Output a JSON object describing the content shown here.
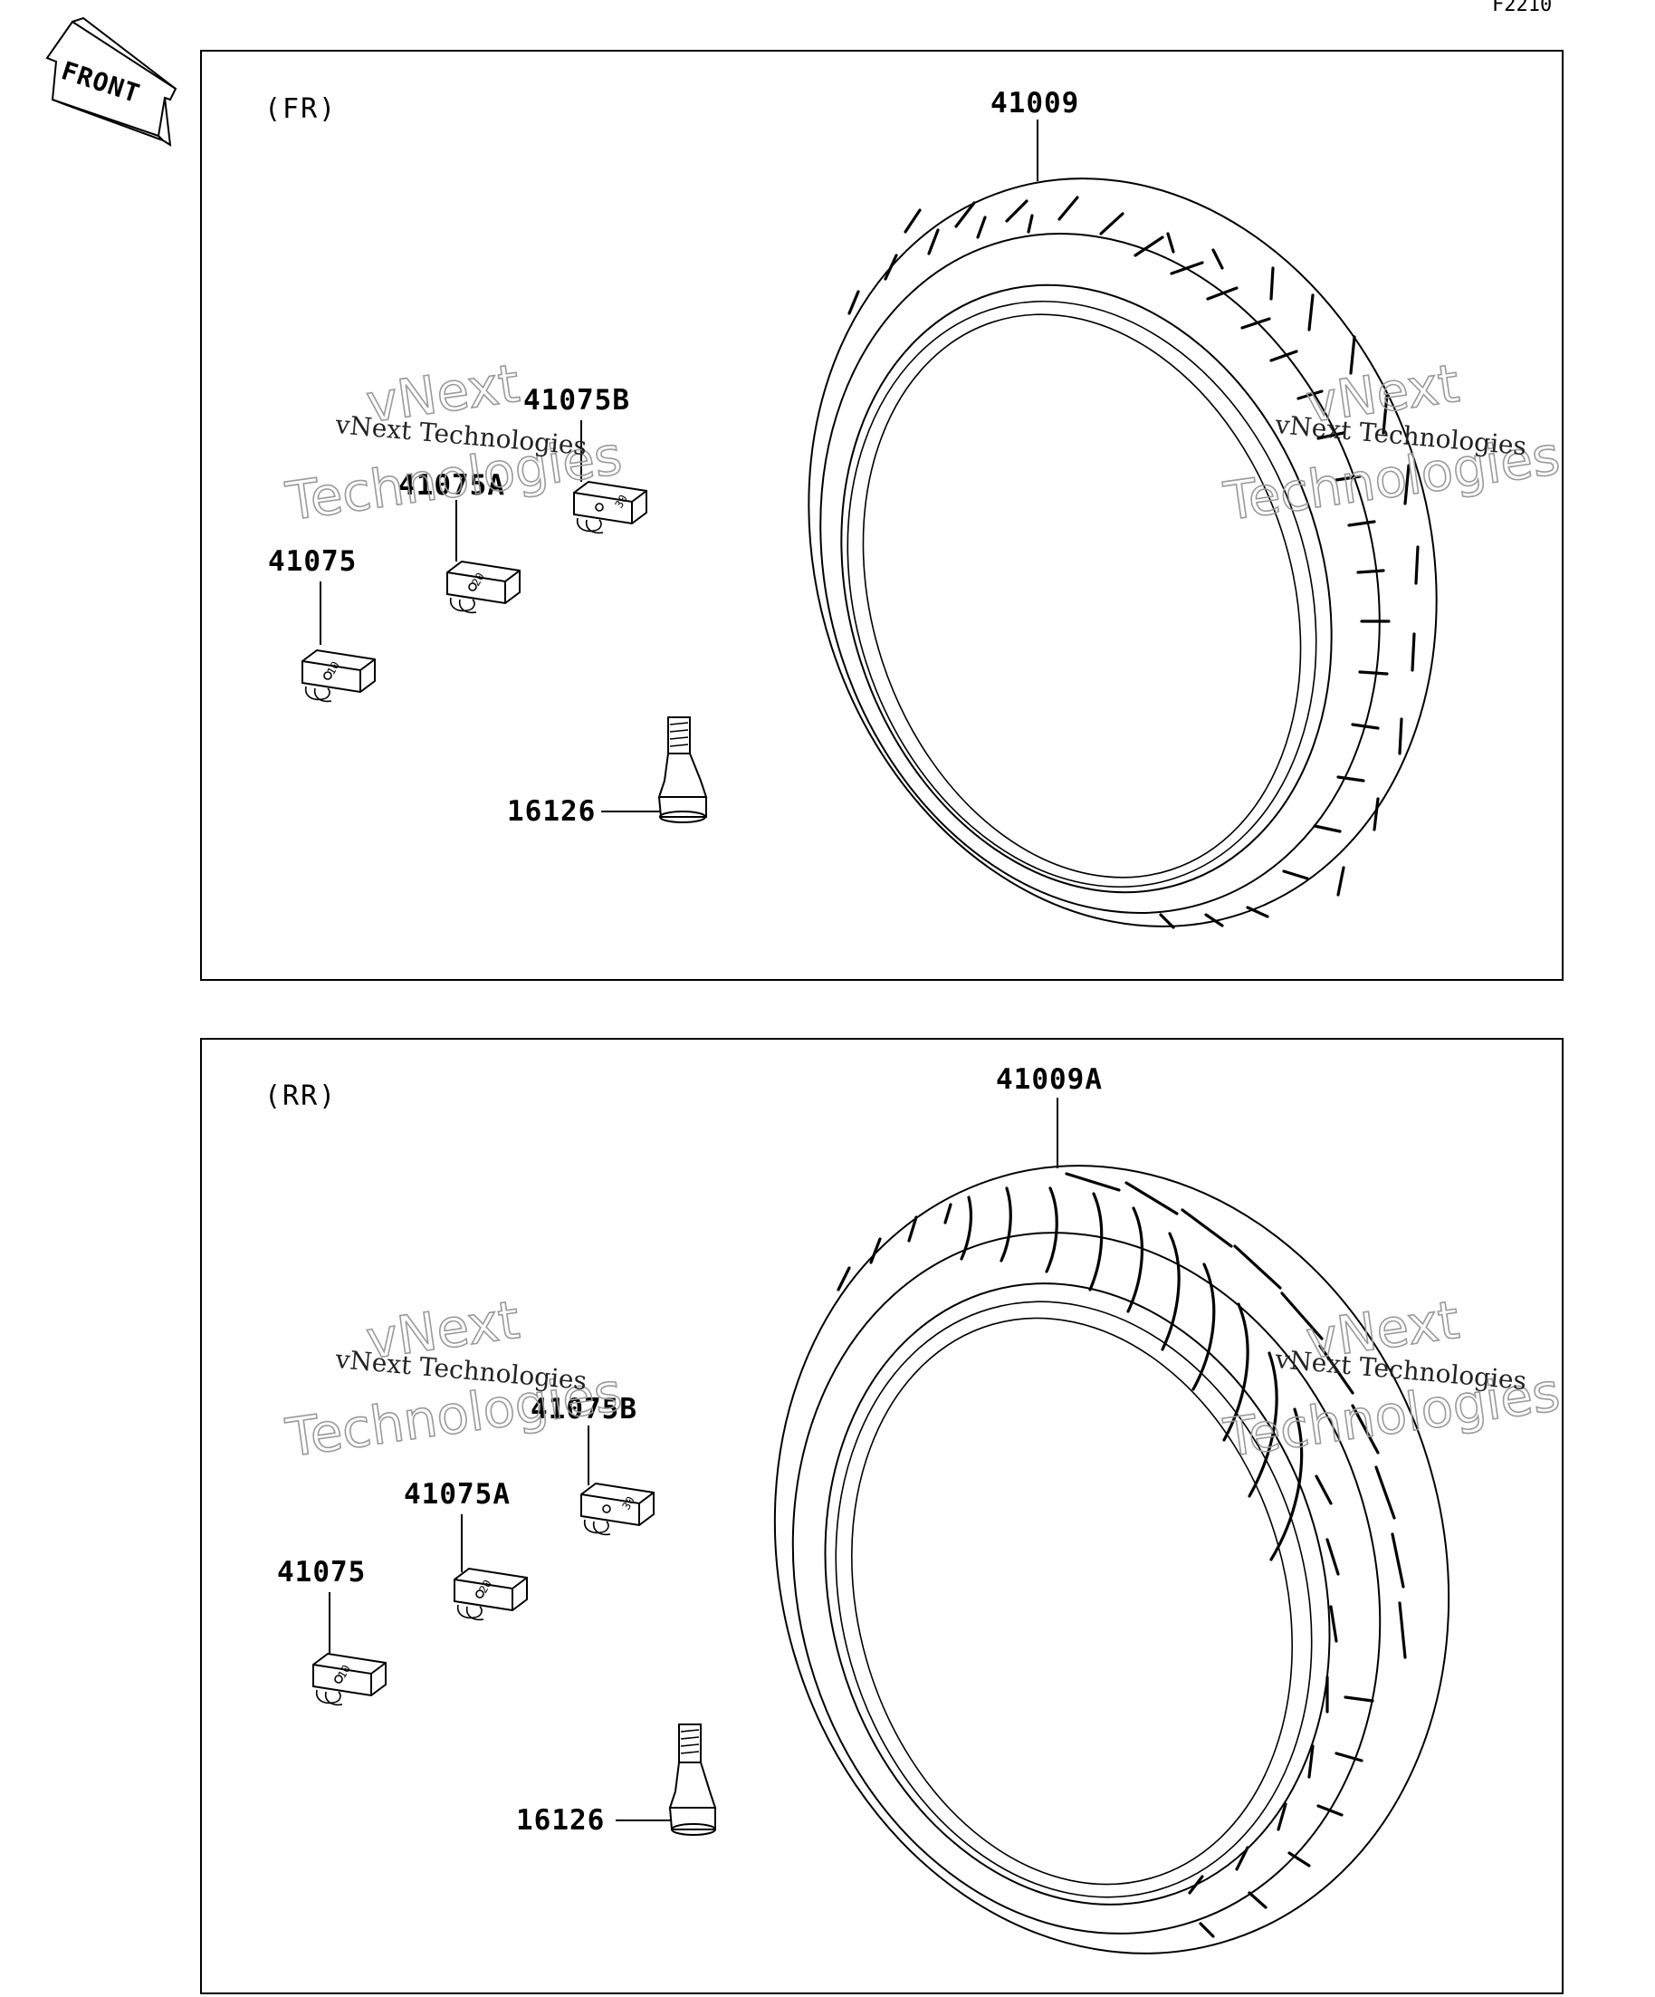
{
  "figure_code": "F2210",
  "front_arrow": {
    "label": "FRONT",
    "icon": "front-direction-arrow-icon"
  },
  "watermark": {
    "line1": "vNext Technologies",
    "line2a": "vNext",
    "line2b": "Technologies"
  },
  "panels": [
    {
      "section": "(FR)",
      "tire_label": "41009",
      "valve_label": "16126",
      "weights": [
        {
          "label": "41075",
          "mark": "10"
        },
        {
          "label": "41075A",
          "mark": "20"
        },
        {
          "label": "41075B",
          "mark": "30"
        }
      ]
    },
    {
      "section": "(RR)",
      "tire_label": "41009A",
      "valve_label": "16126",
      "weights": [
        {
          "label": "41075",
          "mark": "10"
        },
        {
          "label": "41075A",
          "mark": "20"
        },
        {
          "label": "41075B",
          "mark": "30"
        }
      ]
    }
  ]
}
